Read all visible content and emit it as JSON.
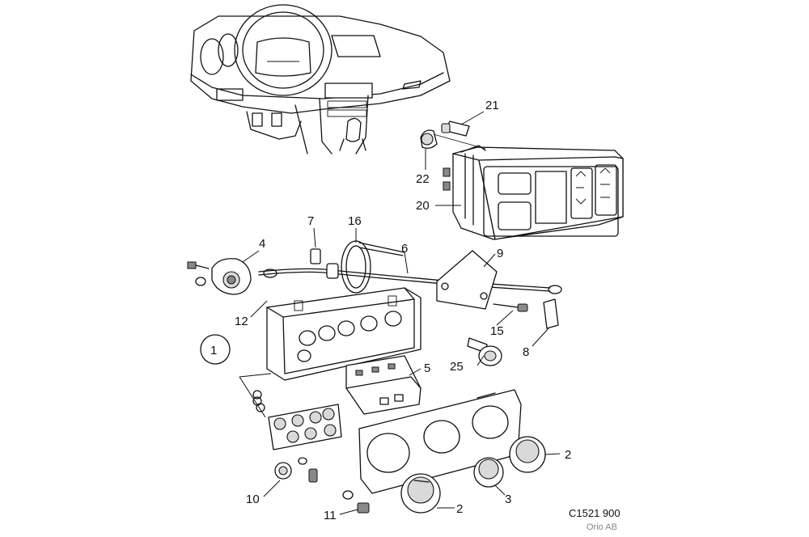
{
  "callouts": [
    {
      "id": "c1",
      "label": "1"
    },
    {
      "id": "c2a",
      "label": "2"
    },
    {
      "id": "c2b",
      "label": "2"
    },
    {
      "id": "c3",
      "label": "3"
    },
    {
      "id": "c4",
      "label": "4"
    },
    {
      "id": "c5",
      "label": "5"
    },
    {
      "id": "c6",
      "label": "6"
    },
    {
      "id": "c7",
      "label": "7"
    },
    {
      "id": "c8",
      "label": "8"
    },
    {
      "id": "c9",
      "label": "9"
    },
    {
      "id": "c10",
      "label": "10"
    },
    {
      "id": "c11",
      "label": "11"
    },
    {
      "id": "c12",
      "label": "12"
    },
    {
      "id": "c15",
      "label": "15"
    },
    {
      "id": "c16",
      "label": "16"
    },
    {
      "id": "c20",
      "label": "20"
    },
    {
      "id": "c21",
      "label": "21"
    },
    {
      "id": "c22",
      "label": "22"
    },
    {
      "id": "c25",
      "label": "25"
    }
  ],
  "footer": {
    "reference_code": "C1521 900",
    "publisher": "Orio AB"
  }
}
